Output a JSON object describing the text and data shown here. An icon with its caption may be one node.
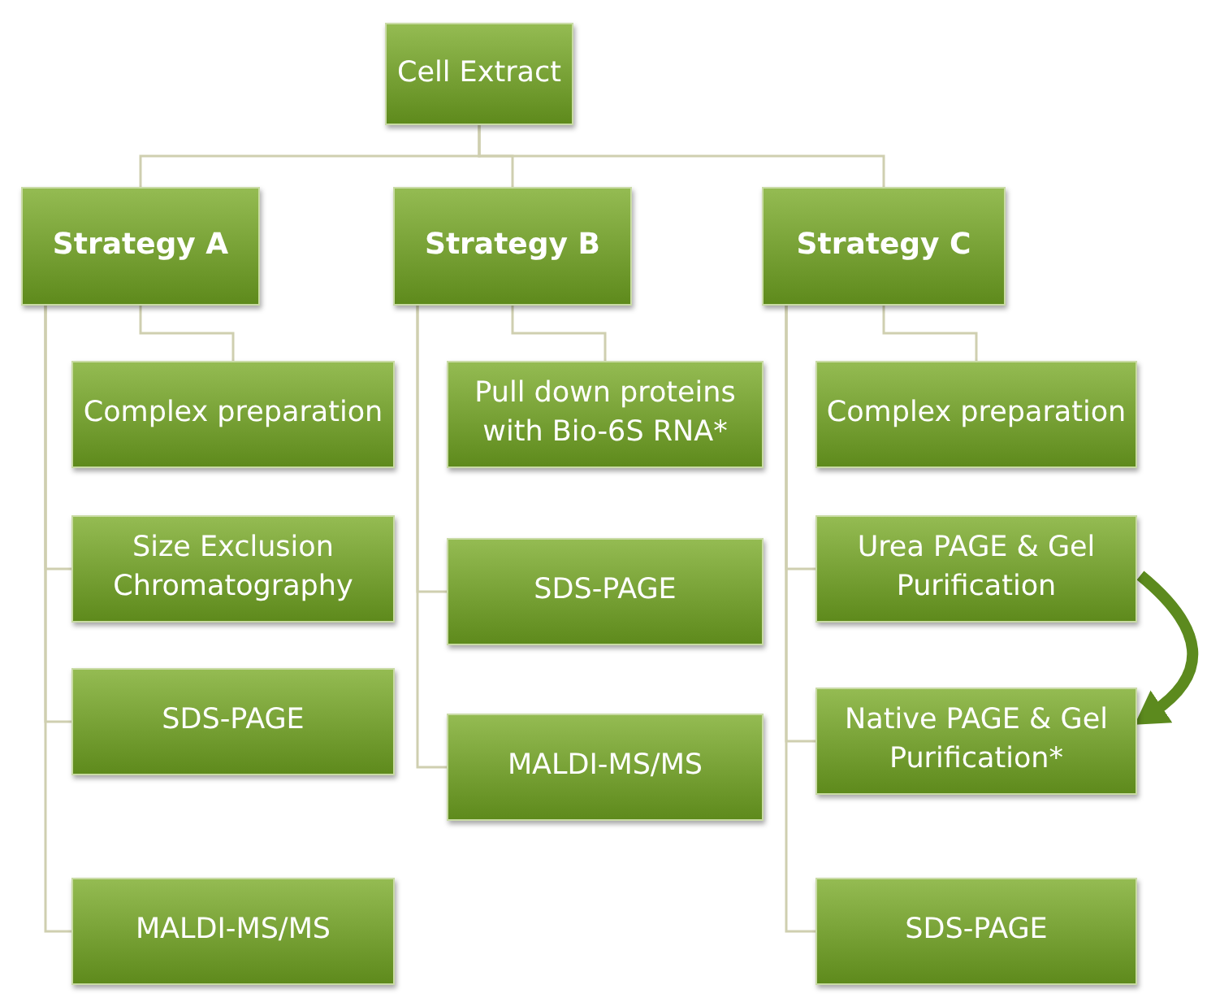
{
  "diagram": {
    "nodes": [
      {
        "text": [
          "Cell Extract"
        ]
      },
      {
        "text": [
          "Strategy A"
        ]
      },
      {
        "text": [
          "Strategy B"
        ]
      },
      {
        "text": [
          "Strategy C"
        ]
      },
      {
        "text": [
          "Complex preparation"
        ]
      },
      {
        "text": [
          "Size Exclusion Chromatography"
        ]
      },
      {
        "text": [
          "SDS-PAGE"
        ]
      },
      {
        "text": [
          "MALDI-MS/MS"
        ]
      },
      {
        "text": [
          "Pull down proteins with Bio-6S RNA*"
        ]
      },
      {
        "text": [
          "SDS-PAGE"
        ]
      },
      {
        "text": [
          "MALDI-MS/MS"
        ]
      },
      {
        "text": [
          "Complex preparation"
        ]
      },
      {
        "text": [
          "Urea PAGE & Gel Purification"
        ]
      },
      {
        "text": [
          "Native PAGE & Gel Purification*"
        ]
      },
      {
        "text": [
          "SDS-PAGE"
        ]
      }
    ],
    "edges": [
      {
        "from": 0,
        "to": 1,
        "arrow": "none"
      },
      {
        "from": 0,
        "to": 2,
        "arrow": "none"
      },
      {
        "from": 0,
        "to": 3,
        "arrow": "none"
      },
      {
        "from": 1,
        "to": 4,
        "arrow": "none"
      },
      {
        "from": 1,
        "to": 5,
        "arrow": "none"
      },
      {
        "from": 1,
        "to": 6,
        "arrow": "none"
      },
      {
        "from": 1,
        "to": 7,
        "arrow": "none"
      },
      {
        "from": 2,
        "to": 8,
        "arrow": "none"
      },
      {
        "from": 2,
        "to": 9,
        "arrow": "none"
      },
      {
        "from": 2,
        "to": 10,
        "arrow": "none"
      },
      {
        "from": 3,
        "to": 11,
        "arrow": "none"
      },
      {
        "from": 3,
        "to": 12,
        "arrow": "none"
      },
      {
        "from": 3,
        "to": 13,
        "arrow": "none"
      },
      {
        "from": 3,
        "to": 14,
        "arrow": "none"
      },
      {
        "from": 12,
        "to": 13,
        "arrow": "to",
        "style": "thick",
        "color": "#5c8a1e"
      }
    ]
  }
}
